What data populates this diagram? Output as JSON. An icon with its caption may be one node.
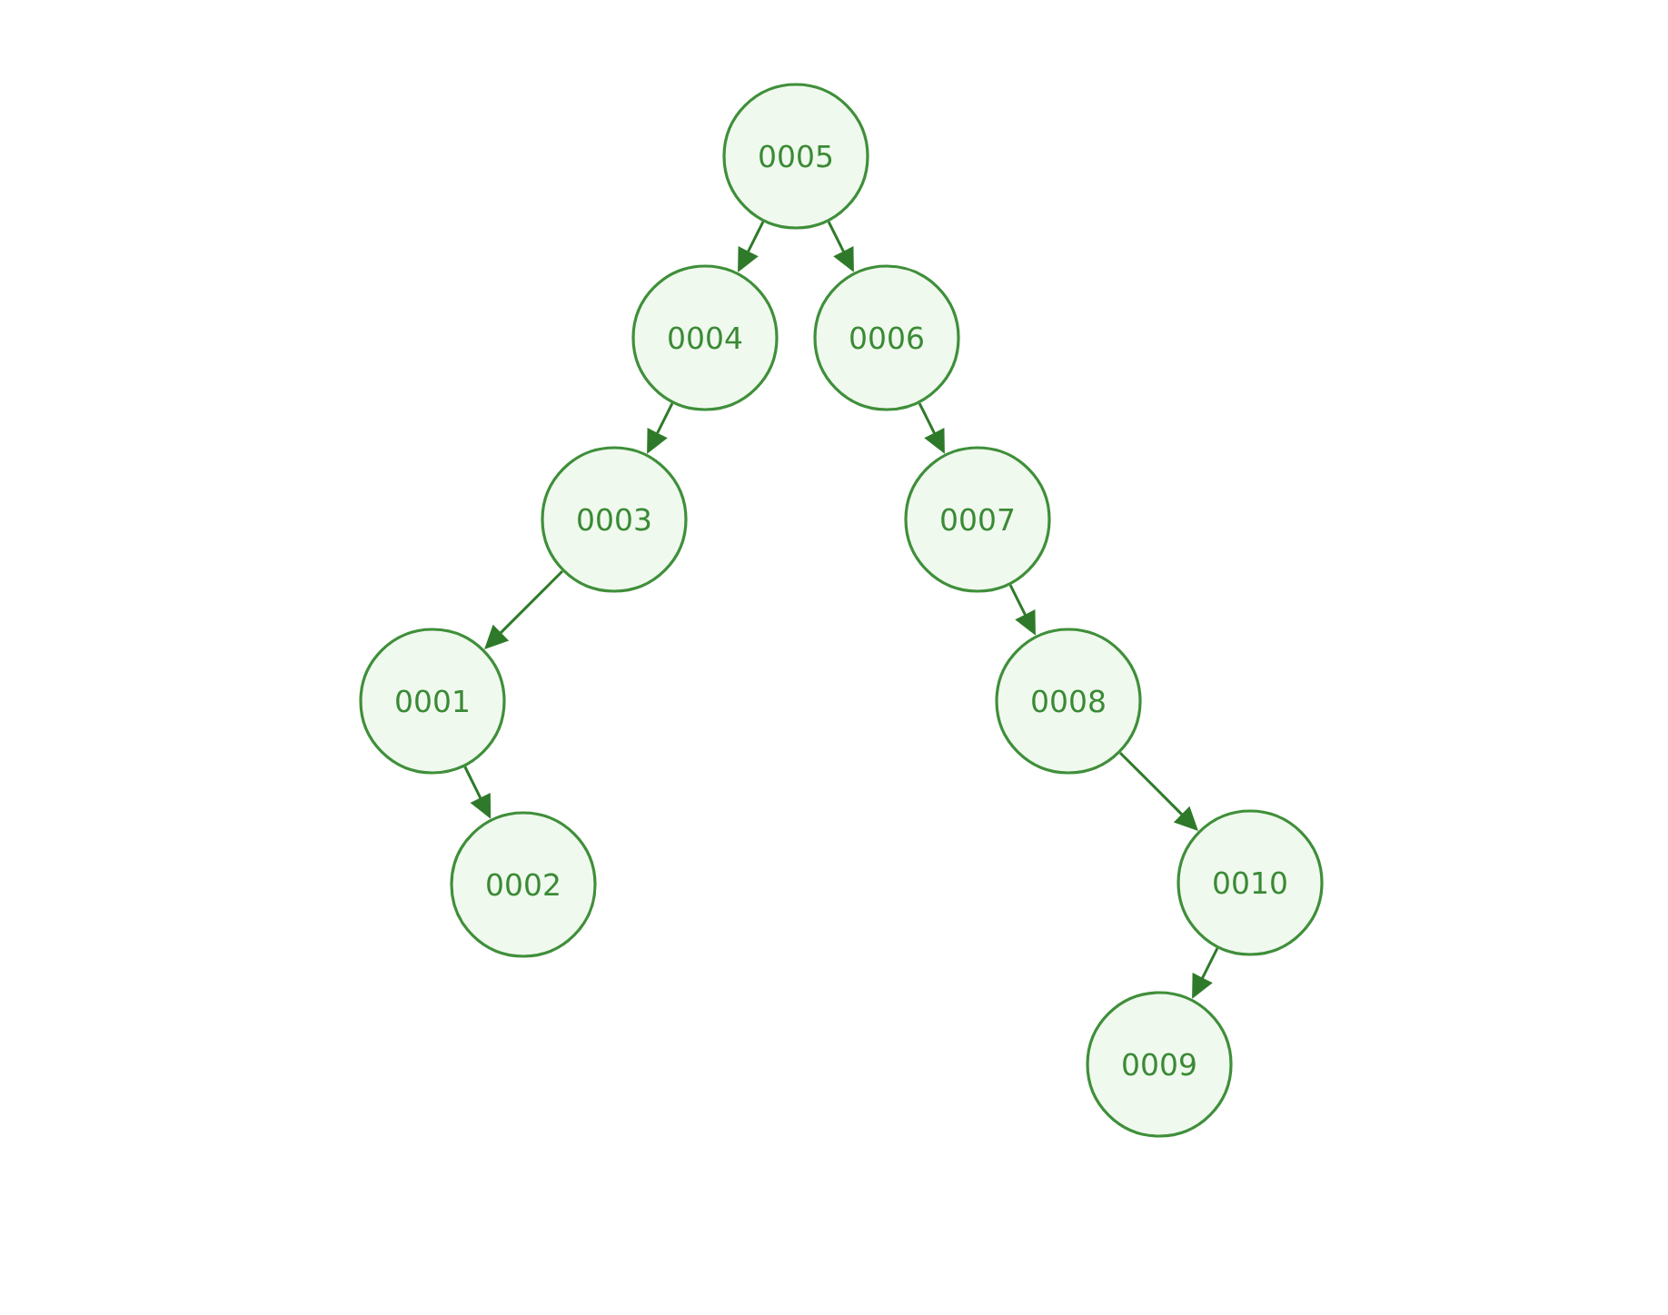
{
  "diagram": {
    "nodes": [
      {
        "text": [
          "0005"
        ]
      },
      {
        "text": [
          "0004"
        ]
      },
      {
        "text": [
          "0006"
        ]
      },
      {
        "text": [
          "0003"
        ]
      },
      {
        "text": [
          "0007"
        ]
      },
      {
        "text": [
          "0001"
        ]
      },
      {
        "text": [
          "0008"
        ]
      },
      {
        "text": [
          "0002"
        ]
      },
      {
        "text": [
          "0010"
        ]
      },
      {
        "text": [
          "0009"
        ]
      }
    ],
    "edges": [
      {
        "from": 0,
        "to": 1,
        "arrow": "to"
      },
      {
        "from": 0,
        "to": 2,
        "arrow": "to"
      },
      {
        "from": 1,
        "to": 3,
        "arrow": "to"
      },
      {
        "from": 2,
        "to": 4,
        "arrow": "to"
      },
      {
        "from": 3,
        "to": 5,
        "arrow": "to"
      },
      {
        "from": 4,
        "to": 6,
        "arrow": "to"
      },
      {
        "from": 5,
        "to": 7,
        "arrow": "to"
      },
      {
        "from": 6,
        "to": 8,
        "arrow": "to"
      },
      {
        "from": 8,
        "to": 9,
        "arrow": "to"
      }
    ]
  }
}
